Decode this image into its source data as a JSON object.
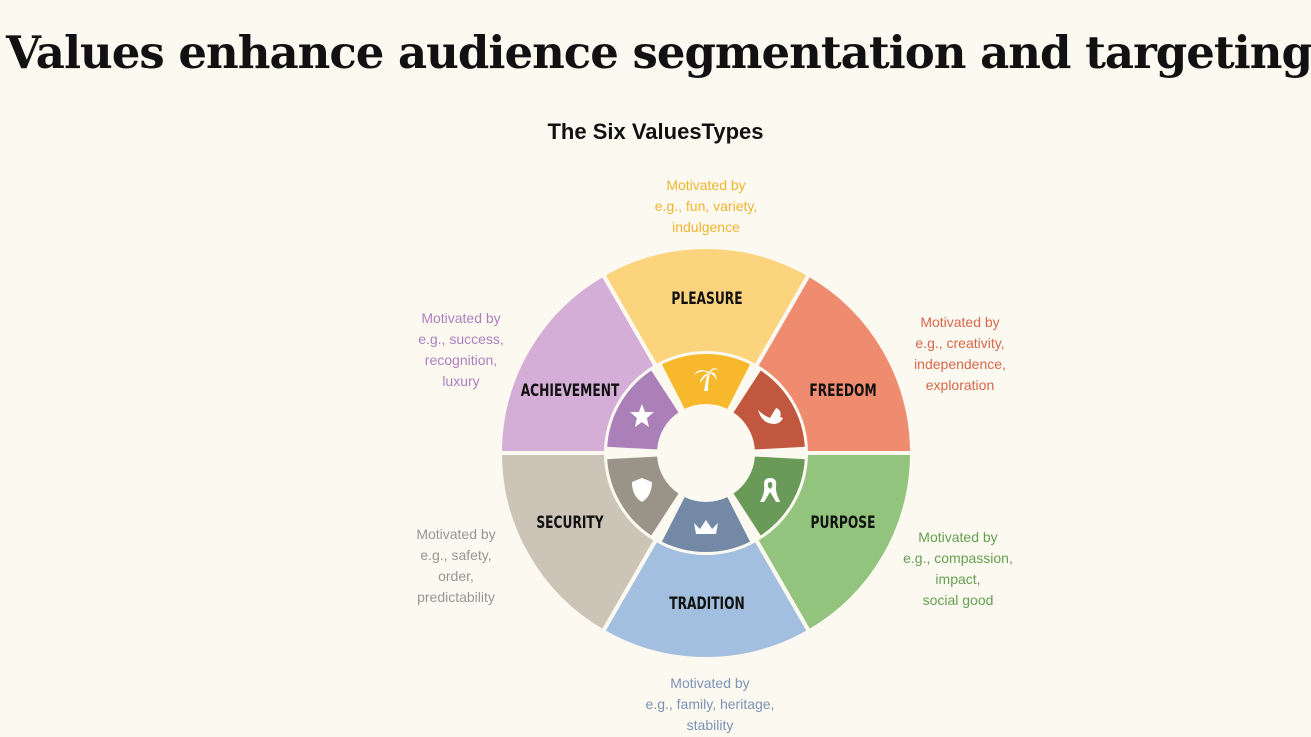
{
  "title": "Values enhance audience segmentation and targeting",
  "subtitle": "The Six ValuesTypes",
  "segments": [
    {
      "name": "PLEASURE",
      "color": "#fdd47e",
      "inner": "#f7b92b",
      "text_color": "#f0b42e",
      "icon": "palm-tree-icon",
      "motivated": [
        "Motivated by",
        "e.g., fun, variety,",
        "indulgence"
      ]
    },
    {
      "name": "FREEDOM",
      "color": "#ef8c6f",
      "inner": "#c1573e",
      "text_color": "#d8674a",
      "icon": "bird-icon",
      "motivated": [
        "Motivated by",
        "e.g., creativity,",
        "independence,",
        "exploration"
      ]
    },
    {
      "name": "PURPOSE",
      "color": "#93c47d",
      "inner": "#6a9a58",
      "text_color": "#64a050",
      "icon": "ribbon-icon",
      "motivated": [
        "Motivated by",
        "e.g., compassion,",
        "impact,",
        "social good"
      ]
    },
    {
      "name": "TRADITION",
      "color": "#a3bfe0",
      "inner": "#7489a6",
      "text_color": "#7b92b6",
      "icon": "crown-icon",
      "motivated": [
        "Motivated by",
        "e.g., family, heritage,",
        "stability"
      ]
    },
    {
      "name": "SECURITY",
      "color": "#cdc4b8",
      "inner": "#9a9387",
      "text_color": "#999590",
      "icon": "shield-icon",
      "motivated": [
        "Motivated by",
        "e.g., safety,",
        "order,",
        "predictability"
      ]
    },
    {
      "name": "ACHIEVEMENT",
      "color": "#d4aed6",
      "inner": "#ab7fb8",
      "text_color": "#ad7fbf",
      "icon": "star-icon",
      "motivated": [
        "Motivated by",
        "e.g., success,",
        "recognition,",
        "luxury"
      ]
    }
  ]
}
